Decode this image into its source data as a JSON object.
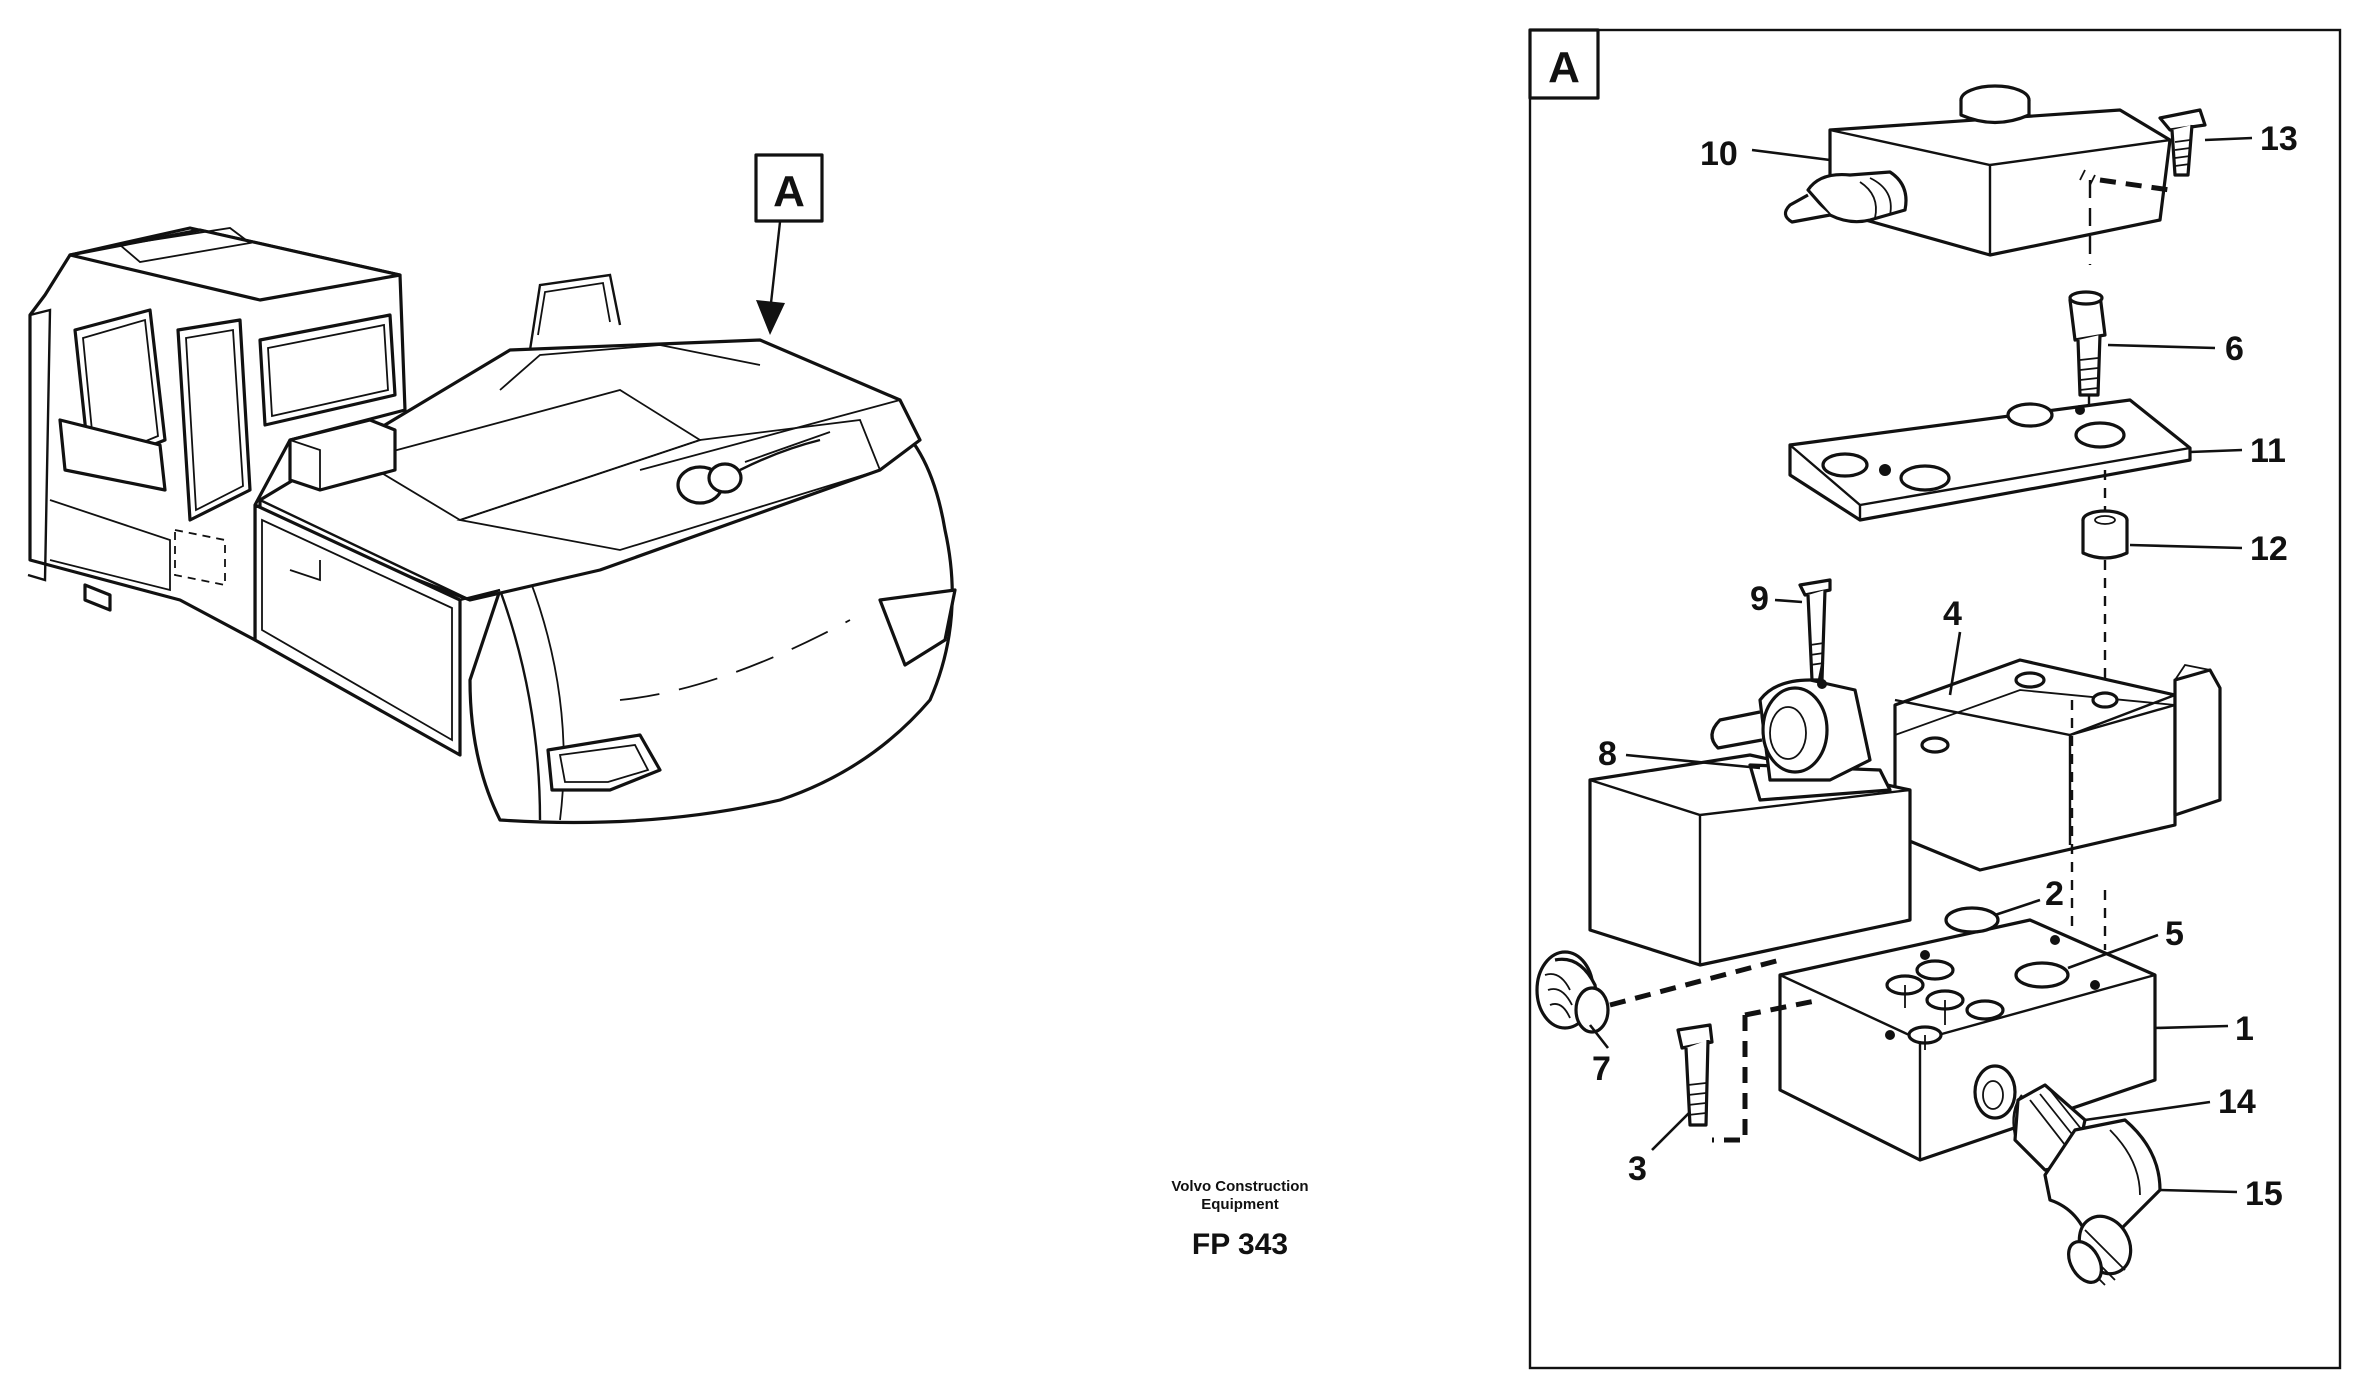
{
  "caption": {
    "brand_line1": "Volvo Construction",
    "brand_line2": "Equipment",
    "figure_code": "FP 343"
  },
  "detail_ref": "A",
  "parts": [
    "1",
    "2",
    "3",
    "4",
    "5",
    "6",
    "7",
    "8",
    "9",
    "10",
    "11",
    "12",
    "13",
    "14",
    "15"
  ]
}
